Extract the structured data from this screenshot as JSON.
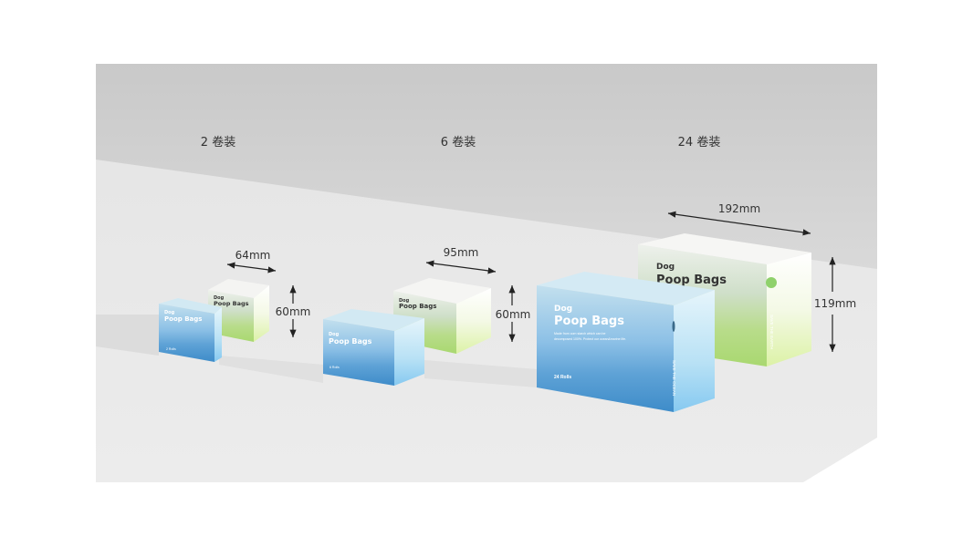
{
  "groups": [
    {
      "title": "2 卷装",
      "width": "64mm",
      "height": "60mm",
      "rolls": "2 Rolls"
    },
    {
      "title": "6 卷装",
      "width": "95mm",
      "height": "60mm",
      "rolls": "6 Rolls"
    },
    {
      "title": "24 卷装",
      "width": "192mm",
      "height": "119mm",
      "rolls": "24 Rolls"
    }
  ],
  "box": {
    "brand_line1": "Dog",
    "brand_line2": "Poop Bags",
    "description_1": "Made from corn starch which can be",
    "description_2": "decomposed 100%. Protect our ocean&marine life.",
    "side_blue": "SAVE THE OCEAN",
    "side_green": "SAVE THE EARTH"
  },
  "colors": {
    "blue": "#5fa6da",
    "green": "#b5dc7a",
    "wall": "#cdcdcd",
    "floor": "#e9e9e9"
  }
}
